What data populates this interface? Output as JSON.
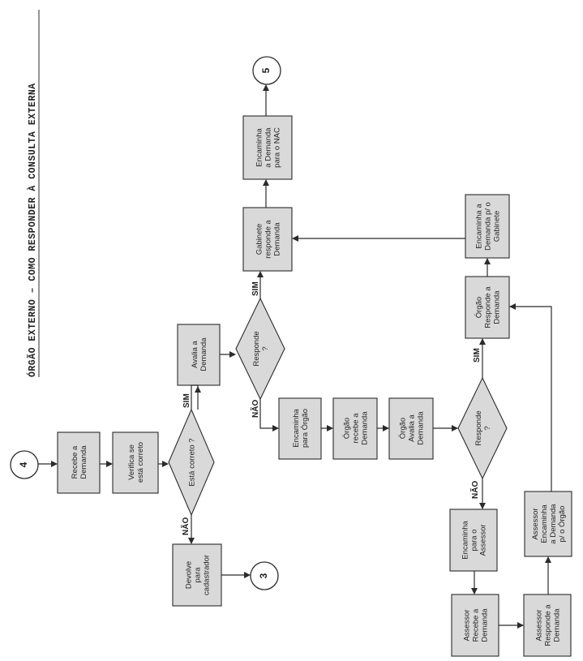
{
  "title": "ÓRGÃO EXTERNO  –  COMO RESPONDER À CONSULTA EXTERNA",
  "connectors": {
    "c4": "4",
    "c3": "3",
    "c5": "5"
  },
  "boxes": {
    "recebe": "Recebe a|Demanda",
    "verifica": "Verifica se|está correto",
    "devolve": "Devolve|para|cadastrador",
    "avalia": "Avalia a|Demanda",
    "gab_resp": "Gabinete|responde a|Demanda",
    "enc_nac": "Encaminha|a Demanda|para o NAC",
    "enc_orgao": "Encaminha|para Órgão",
    "org_recebe": "Órgão|recebe a|Demanda",
    "org_avalia": "Órgão|Avalia a|Demanda",
    "org_responde": "Órgão|Responde a|Demanda",
    "enc_gab": "Encaminha a|Demanda p/ o|Gabinete",
    "enc_assessor": "Encaminha|para o|Assessor",
    "ass_recebe": "Assessor|Recebe a|Demanda",
    "ass_responde": "Assessor|Responde a|Demanda",
    "ass_encaminha": "Assessor|Encaminha|a Demanda|p/ o Órgão"
  },
  "decisions": {
    "correto": "Está correto ?",
    "responde1": "Responde|?",
    "responde2": "Responde|?"
  },
  "labels": {
    "sim": "SIM",
    "nao": "NÃO"
  }
}
